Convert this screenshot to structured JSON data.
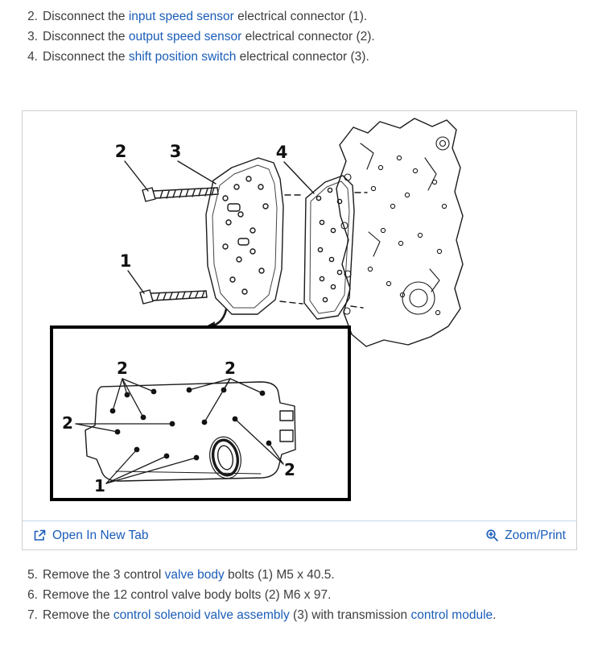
{
  "colors": {
    "link": "#1a5db8",
    "text": "#3d3d3d",
    "figure_border": "#cfcfcf",
    "footer_divider": "#c3d7eb",
    "line_art": "#1a1a1a"
  },
  "steps_top": [
    {
      "num": "2.",
      "pre": "Disconnect the ",
      "link1": "input speed sensor",
      "post": " electrical connector (1)."
    },
    {
      "num": "3.",
      "pre": "Disconnect the ",
      "link1": "output speed sensor",
      "post": " electrical connector (2)."
    },
    {
      "num": "4.",
      "pre": "Disconnect the ",
      "link1": "shift position switch",
      "post": " electrical connector (3)."
    }
  ],
  "figure": {
    "callouts": {
      "bolt_upper": "2",
      "valve_body": "3",
      "gasket": "4",
      "bolt_lower": "1"
    },
    "inset_callouts": {
      "c2_top_left": "2",
      "c2_top_right": "2",
      "c2_left": "2",
      "c2_bottom_right": "2",
      "c1": "1"
    },
    "open_in_new_tab": "Open In New Tab",
    "zoom_print": "Zoom/Print",
    "icons": {
      "open_in_new_tab": "open-in-new-tab-icon",
      "zoom_print": "zoom-magnifier-plus-icon"
    }
  },
  "steps_bottom": [
    {
      "num": "5.",
      "pre": "Remove the 3 control ",
      "link1": "valve body",
      "post": " bolts (1) M5 x 40.5."
    },
    {
      "num": "6.",
      "pre": "Remove the 12 control valve body bolts (2) M6 x 97."
    },
    {
      "num": "7.",
      "pre": "Remove the ",
      "link1": "control solenoid valve assembly",
      "mid": " (3) with transmission ",
      "link2": "control module",
      "post": "."
    }
  ]
}
